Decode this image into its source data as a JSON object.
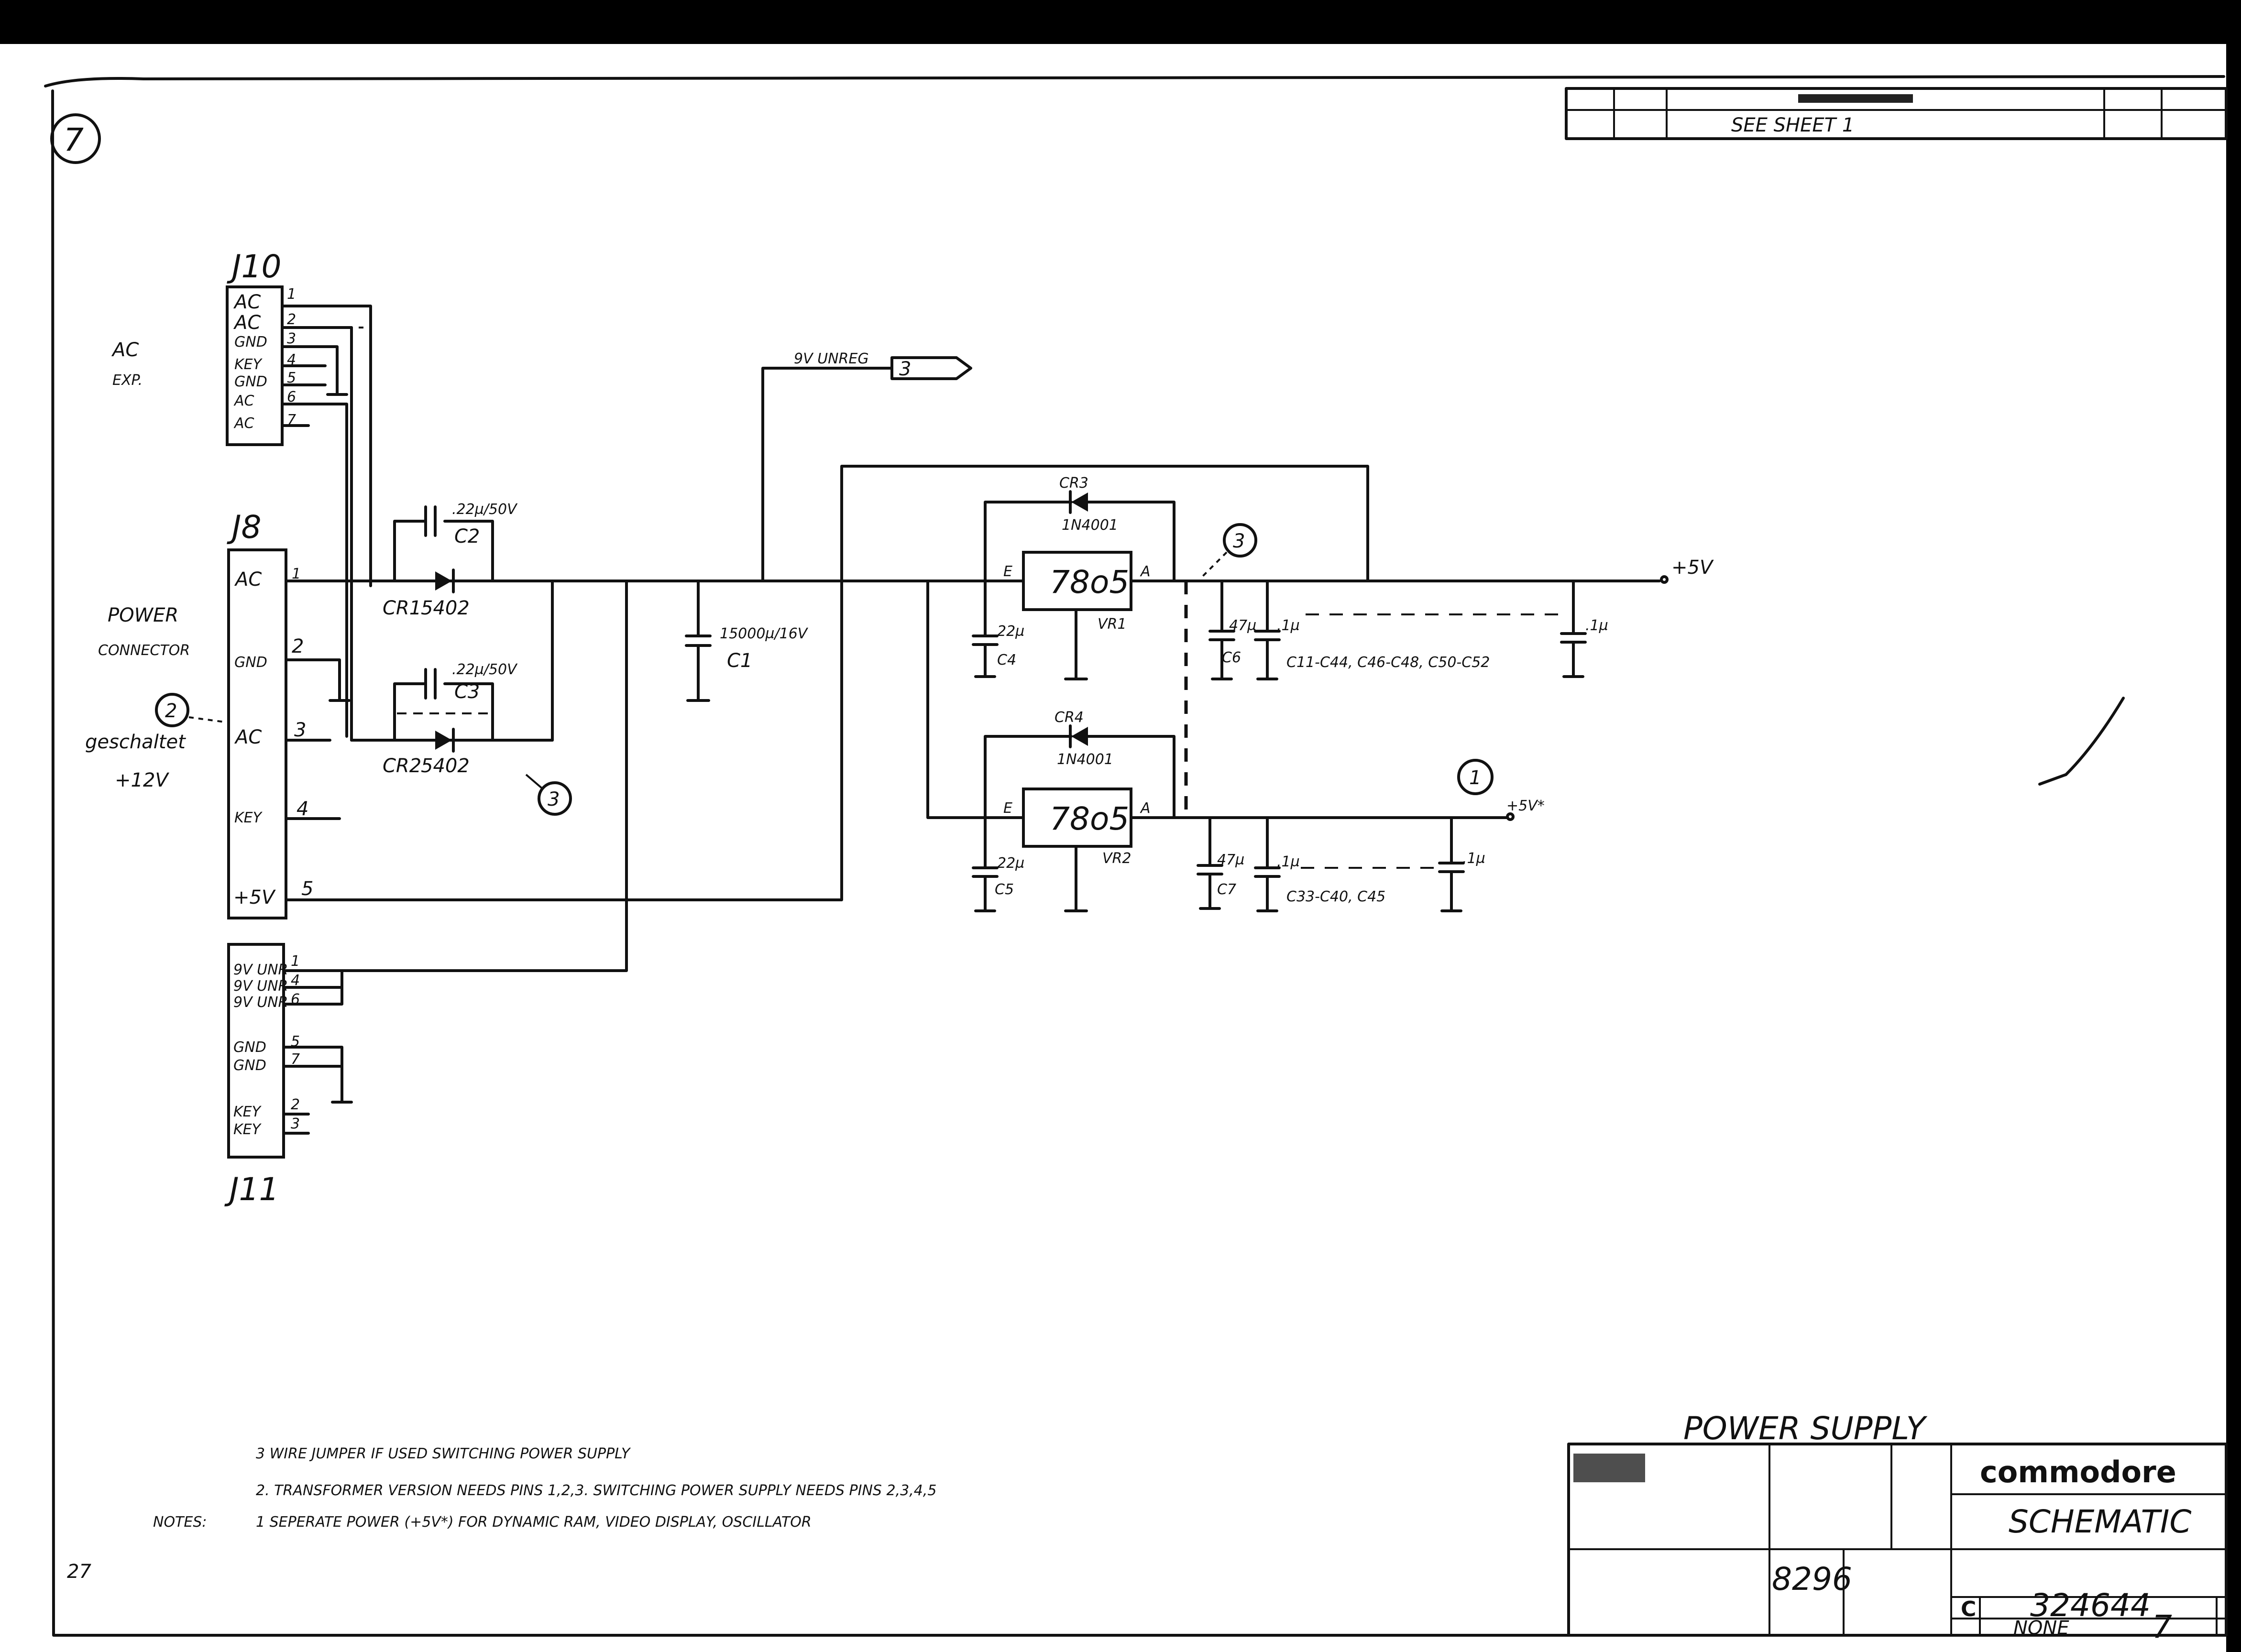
{
  "page_number": "7",
  "title_block_top": {
    "see_sheet": "SEE   SHEET   1"
  },
  "connectors": {
    "j10": {
      "name": "J10",
      "side_label_1": "AC",
      "side_label_2": "EXP.",
      "pins": [
        {
          "label": "AC",
          "num": "1"
        },
        {
          "label": "AC",
          "num": "2"
        },
        {
          "label": "GND",
          "num": "3"
        },
        {
          "label": "KEY",
          "num": "4"
        },
        {
          "label": "GND",
          "num": "5"
        },
        {
          "label": "AC",
          "num": "6"
        },
        {
          "label": "AC",
          "num": "7"
        }
      ]
    },
    "j8": {
      "name": "J8",
      "side_label_1": "POWER",
      "side_label_2": "CONNECTOR",
      "switched_note_1": "geschaltet",
      "switched_note_2": "+12V",
      "pins": [
        {
          "label": "AC",
          "num": "1"
        },
        {
          "label": "GND",
          "num": "2"
        },
        {
          "label": "AC",
          "num": "3"
        },
        {
          "label": "KEY",
          "num": "4"
        },
        {
          "label": "+5V",
          "num": "5"
        }
      ]
    },
    "j11": {
      "name": "J11",
      "pins": [
        {
          "label": "9V UNR",
          "num": "1"
        },
        {
          "label": "9V UNR",
          "num": "4"
        },
        {
          "label": "9V UNR",
          "num": "6"
        },
        {
          "label": "GND",
          "num": "5"
        },
        {
          "label": "GND",
          "num": "7"
        },
        {
          "label": "KEY",
          "num": "2"
        },
        {
          "label": "KEY",
          "num": "3"
        }
      ]
    }
  },
  "components": {
    "c2": {
      "ref": "C2",
      "value": ".22µ/50V"
    },
    "c3": {
      "ref": "C3",
      "value": ".22µ/50V"
    },
    "cr1": {
      "ref": "CR1",
      "value": "5402"
    },
    "cr2": {
      "ref": "CR2",
      "value": "5402"
    },
    "c1": {
      "ref": "C1",
      "value": "15000µ/16V"
    },
    "offpage": {
      "label": "9V UNREG",
      "sheet": "3"
    },
    "cr3": {
      "ref": "CR3",
      "value": "1N4001"
    },
    "cr4": {
      "ref": "CR4",
      "value": "1N4001"
    },
    "vr1": {
      "ref": "VR1",
      "value": "78o5",
      "pin_e": "E",
      "pin_a": "A"
    },
    "vr2": {
      "ref": "VR2",
      "value": "78o5",
      "pin_e": "E",
      "pin_a": "A"
    },
    "c4": {
      "ref": "C4",
      "value": "22µ"
    },
    "c5": {
      "ref": "C5",
      "value": "22µ"
    },
    "c6": {
      "ref": "C6",
      "value": "47µ"
    },
    "c7": {
      "ref": "C7",
      "value": "47µ"
    },
    "c_group1": {
      "ref": "C11-C44, C46-C48, C50-C52",
      "value": ".1µ"
    },
    "c_group1_end": {
      "value": ".1µ"
    },
    "c_group2": {
      "ref": "C33-C40, C45",
      "value": ".1µ"
    },
    "c_group2_end": {
      "value": ".1µ"
    },
    "rail_5v": "+5V",
    "rail_5v_star": "+5V*"
  },
  "callouts": [
    "1",
    "2",
    "3",
    "3"
  ],
  "notes": {
    "heading": "NOTES:",
    "items": [
      "3   WIRE JUMPER IF USED SWITCHING POWER SUPPLY",
      "2.  TRANSFORMER VERSION NEEDS PINS 1,2,3.  SWITCHING POWER SUPPLY NEEDS PINS 2,3,4,5",
      "1   SEPERATE POWER (+5V*) FOR DYNAMIC RAM, VIDEO DISPLAY, OSCILLATOR"
    ]
  },
  "title_block": {
    "title": "POWER SUPPLY",
    "company": "commodore",
    "drawing_type": "SCHEMATIC",
    "size": "C",
    "drawing_number": "324644",
    "used_on": "8296",
    "sheet": "7",
    "scale": "NONE"
  },
  "margin_note": "27"
}
